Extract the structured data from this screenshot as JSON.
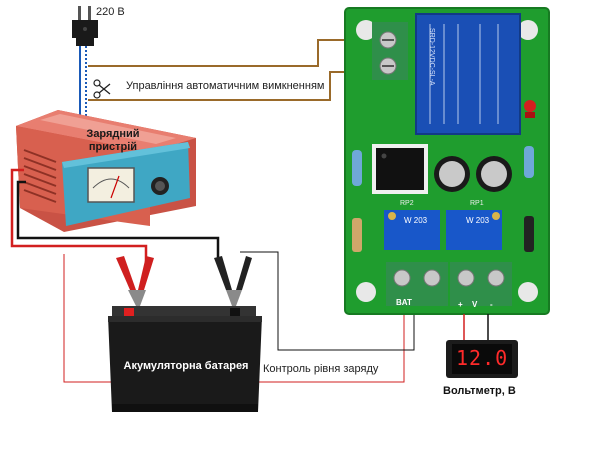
{
  "plug": {
    "label": "220 В"
  },
  "control_line": {
    "label": "Управління автоматичним вимкненням"
  },
  "charger": {
    "label": "Зарядний пристрій"
  },
  "battery": {
    "label": "Акумуляторна батарея"
  },
  "level_control": {
    "label": "Контроль рівня заряду"
  },
  "voltmeter": {
    "label": "Вольтметр, В",
    "reading": "12.0"
  },
  "board": {
    "relay_text": "SRD-12VDC-SL-A",
    "rp2_label": "RP2",
    "rp1_label": "RP1",
    "pot1_text": "W 203",
    "pot2_text": "W 203",
    "bat_label": "BAT",
    "plus_label": "+",
    "minus_label": "-",
    "v_label": "V"
  },
  "colors": {
    "pcb": "#1f9d2e",
    "wire_black": "#111111",
    "wire_red": "#d21f1f",
    "wire_brown": "#9a6a2a",
    "charger_body": "#e06a5c",
    "charger_panel": "#3fa7c4",
    "battery_body": "#1a1a1a",
    "display_digits": "#ff2a2a"
  }
}
